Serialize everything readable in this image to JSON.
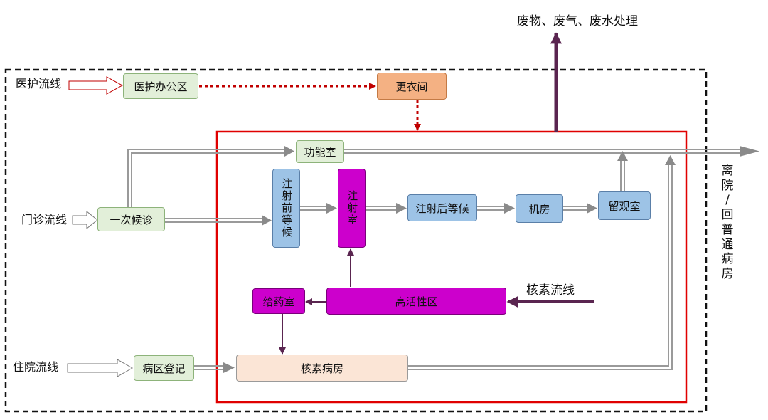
{
  "top_label": "废物、废气、废水处理",
  "flows": {
    "staff": "医护流线",
    "clinic": "门诊流线",
    "inpatient": "住院流线",
    "nuclide": "核素流线"
  },
  "boxes": {
    "staff_office": "医护办公区",
    "changing_room": "更衣间",
    "function_room": "功能室",
    "first_wait": "一次候诊",
    "pre_injection_wait": "注射前等候",
    "injection_room": "注射室",
    "post_injection_wait": "注射后等候",
    "machine_room": "机房",
    "observation_room": "留观室",
    "dispensing_room": "给药室",
    "high_activity_zone": "高活性区",
    "ward_registration": "病区登记",
    "nuclide_ward": "核素病房"
  },
  "exit_chars": [
    "离",
    "院",
    "/",
    "回",
    "普",
    "通",
    "病",
    "房"
  ],
  "colors": {
    "green": "#e2efd9",
    "blue": "#9dc3e6",
    "orange": "#f4b183",
    "magenta": "#cc00cc",
    "peach": "#fbe5d6",
    "red_frame": "#e00000",
    "purple_arrow": "#5a2550",
    "gray_arrow": "#9a9a9a"
  }
}
